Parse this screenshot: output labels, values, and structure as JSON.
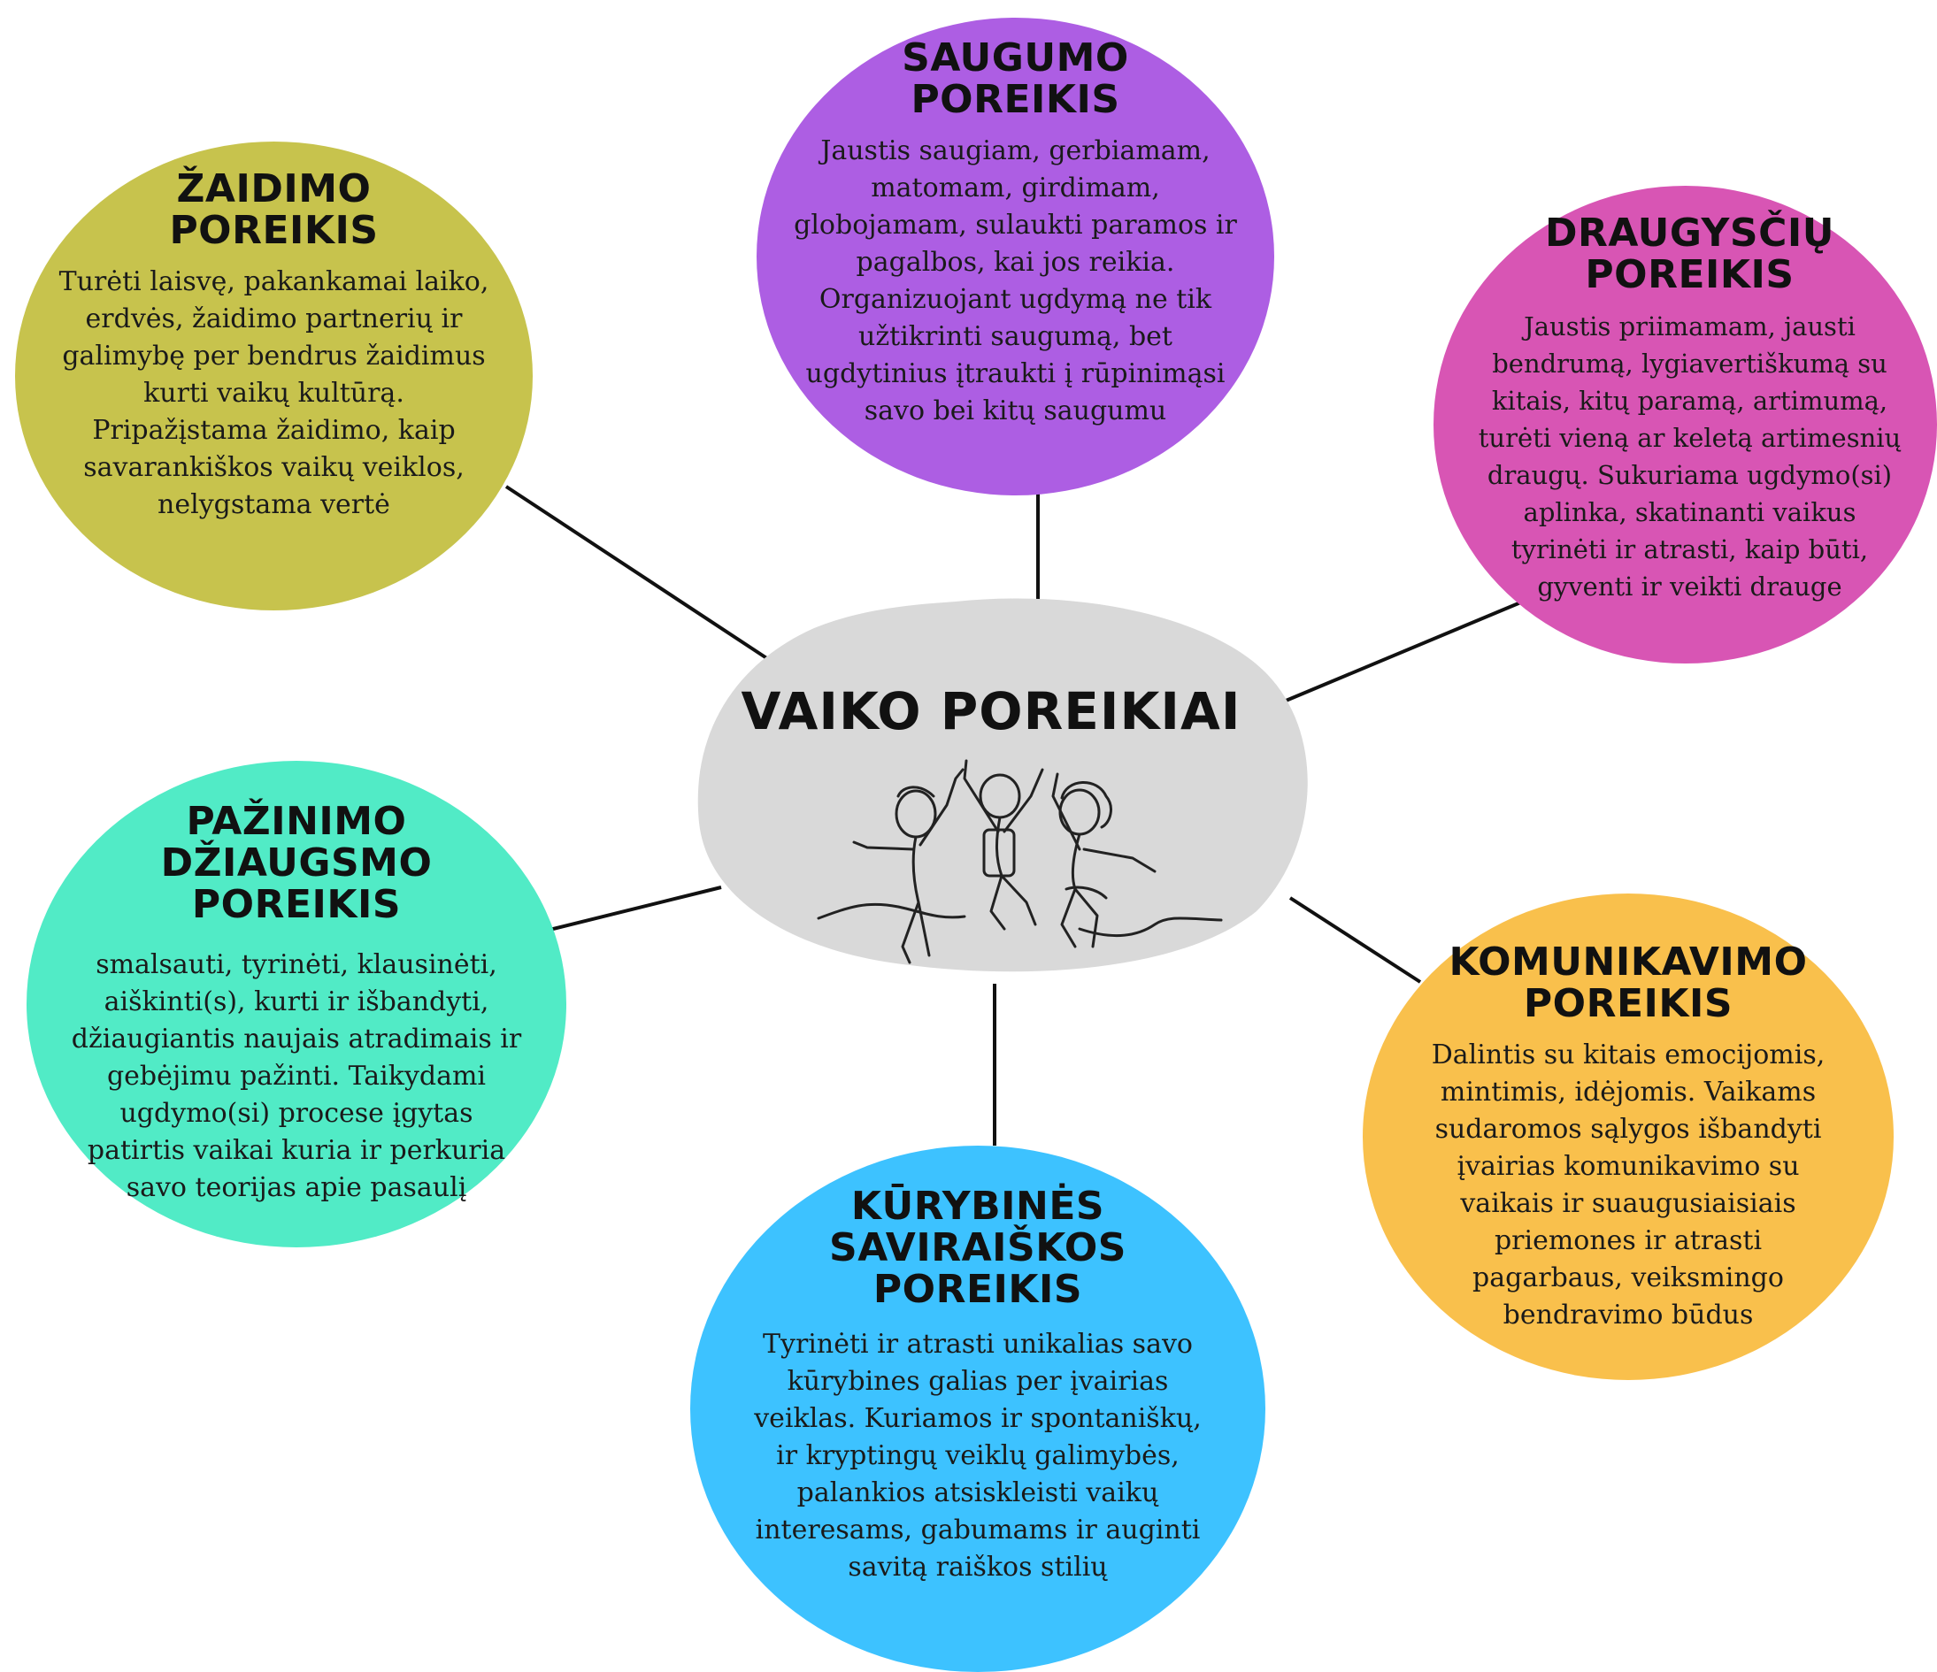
{
  "center": {
    "title": "VAIKO POREIKIAI"
  },
  "colors": {
    "zaidimo": "#c7c34d",
    "saugumo": "#ad5ee3",
    "draugysciu": "#d855b4",
    "pazinimo": "#51ebc6",
    "kurybines": "#3dc2ff",
    "komunikavimo": "#f9c04c",
    "center": "#d9d9d9"
  },
  "nodes": {
    "zaidimo": {
      "title_lines": [
        "ŽAIDIMO",
        "POREIKIS"
      ],
      "text_lines": [
        "Turėti laisvę, pakankamai laiko,",
        "erdvės, žaidimo partnerių ir",
        "galimybę per bendrus žaidimus",
        "kurti vaikų kultūrą.",
        "Pripažįstama žaidimo, kaip",
        "savarankiškos vaikų veiklos,",
        "nelygstama vertė"
      ]
    },
    "saugumo": {
      "title_lines": [
        "SAUGUMO",
        "POREIKIS"
      ],
      "text_lines": [
        "Jaustis saugiam, gerbiamam,",
        "matomam, girdimam,",
        "globojamam, sulaukti paramos ir",
        "pagalbos, kai jos reikia.",
        "Organizuojant ugdymą ne tik",
        "užtikrinti  saugumą, bet",
        "ugdytinius įtraukti į rūpinimąsi",
        "savo bei kitų saugumu"
      ]
    },
    "draugysciu": {
      "title_lines": [
        "DRAUGYSČIŲ",
        "POREIKIS"
      ],
      "text_lines": [
        "Jaustis priimamam, jausti",
        "bendrumą, lygiavertiškumą su",
        "kitais, kitų paramą, artimumą,",
        "turėti vieną ar keletą artimesnių",
        "draugų. Sukuriama ugdymo(si)",
        "aplinka, skatinanti vaikus",
        "tyrinėti ir atrasti, kaip būti,",
        "gyventi ir veikti drauge"
      ]
    },
    "pazinimo": {
      "title_lines": [
        "PAŽINIMO",
        "DŽIAUGSMO",
        "POREIKIS"
      ],
      "text_lines": [
        "smalsauti, tyrinėti, klausinėti,",
        "aiškinti(s), kurti ir išbandyti,",
        "džiaugiantis naujais atradimais ir",
        "gebėjimu pažinti. Taikydami",
        "ugdymo(si) procese įgytas",
        "patirtis vaikai kuria ir perkuria",
        "savo teorijas apie pasaulį"
      ]
    },
    "kurybines": {
      "title_lines": [
        "KŪRYBINĖS",
        "SAVIRAIŠKOS",
        "POREIKIS"
      ],
      "text_lines": [
        "Tyrinėti ir atrasti unikalias savo",
        "kūrybines galias per įvairias",
        "veiklas. Kuriamos ir spontaniškų,",
        "ir kryptingų veiklų galimybės,",
        "palankios atsiskleisti vaikų",
        "interesams, gabumams ir auginti",
        "savitą raiškos stilių"
      ]
    },
    "komunikavimo": {
      "title_lines": [
        "KOMUNIKAVIMO",
        "POREIKIS"
      ],
      "text_lines": [
        "Dalintis su kitais emocijomis,",
        "mintimis, idėjomis. Vaikams",
        "sudaromos sąlygos išbandyti",
        "įvairias komunikavimo su",
        "vaikais ir suaugusiaisiais",
        "priemones ir atrasti",
        "pagarbaus, veiksmingo",
        "bendravimo būdus"
      ]
    }
  }
}
